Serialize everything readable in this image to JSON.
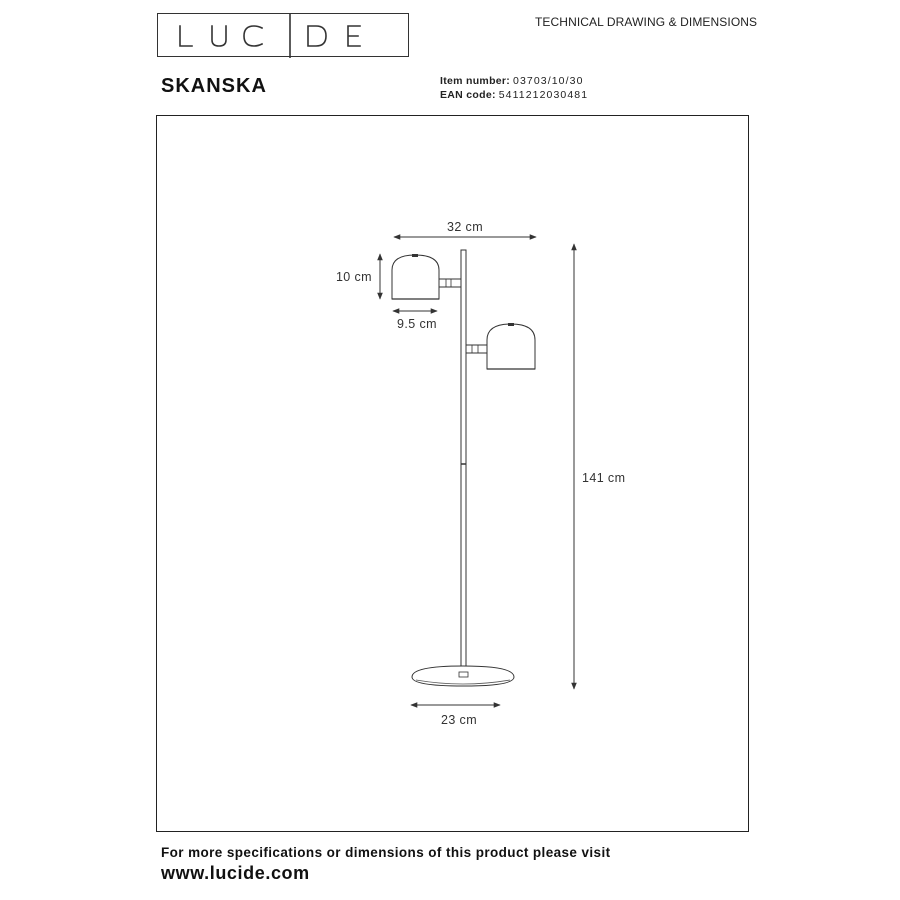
{
  "header": {
    "logo_text": "LUCIDE",
    "doc_type": "TECHNICAL DRAWING & DIMENSIONS",
    "product_name": "SKANSKA",
    "item_number_label": "Item number:",
    "item_number_value": "03703/10/30",
    "ean_label": "EAN code:",
    "ean_value": "5411212030481"
  },
  "dimensions": {
    "total_width": "32 cm",
    "shade_height": "10 cm",
    "shade_diameter": "9.5 cm",
    "total_height": "141 cm",
    "base_diameter": "23 cm"
  },
  "footer": {
    "line": "For more specifications or dimensions of this product please visit",
    "url": "www.lucide.com"
  }
}
